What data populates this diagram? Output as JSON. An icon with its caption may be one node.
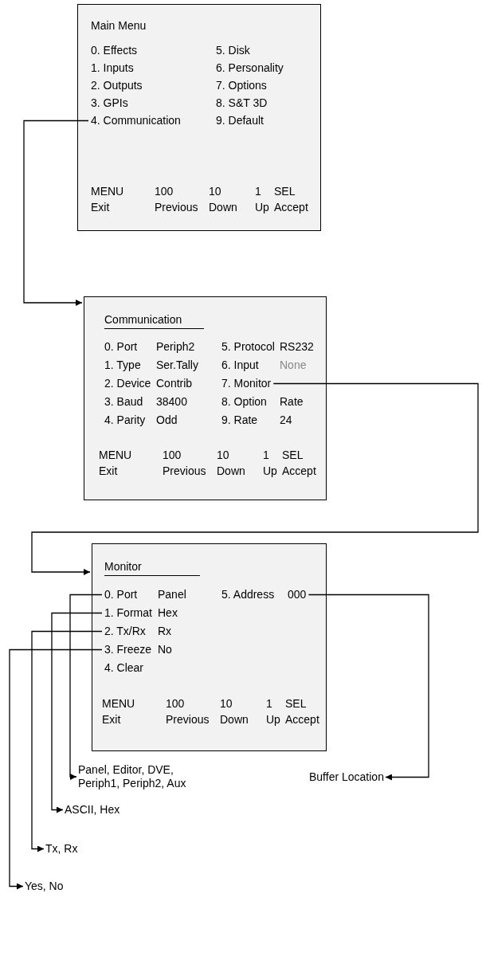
{
  "diagram": {
    "nodes": [
      {
        "text": [
          "Main Menu",
          "0. Effects",
          "1. Inputs",
          "2. Outputs",
          "3. GPIs",
          "5. Disk",
          "6. Personality",
          "7. Options",
          "8. S&T 3D",
          "9. Default",
          "MENU Exit",
          "100 Previous",
          "10 Down",
          "1 Up",
          "SEL Accept"
        ]
      },
      {
        "text": [
          "4. Communication"
        ],
        "in": 0
      },
      {
        "text": [
          "Communication",
          "0. Port",
          "Periph2",
          "5. Protocol",
          "RS232",
          "1. Type",
          "Ser.Tally",
          "6. Input",
          "None",
          "2. Device",
          "Contrib",
          "3. Baud",
          "38400",
          "8. Option",
          "Rate",
          "4. Parity",
          "Odd",
          "9. Rate",
          "24",
          "MENU Exit",
          "100 Previous",
          "10 Down",
          "1 Up",
          "SEL Accept"
        ]
      },
      {
        "text": [
          "7. Monitor"
        ],
        "in": 2
      },
      {
        "text": [
          "Monitor",
          "Panel",
          "5. Address",
          "Hex",
          "Rx",
          "No",
          "4. Clear",
          "MENU Exit",
          "100 Previous",
          "10 Down",
          "1 Up",
          "SEL Accept"
        ]
      },
      {
        "text": [
          "0. Port"
        ],
        "in": 4
      },
      {
        "text": [
          "1. Format"
        ],
        "in": 4
      },
      {
        "text": [
          "2. Tx/Rx"
        ],
        "in": 4
      },
      {
        "text": [
          "3. Freeze"
        ],
        "in": 4
      },
      {
        "text": [
          "000"
        ],
        "in": 4
      },
      {
        "text": [
          "Panel, Editor, DVE, Periph1, Periph2, Aux"
        ]
      },
      {
        "text": [
          "ASCII, Hex"
        ]
      },
      {
        "text": [
          "Tx, Rx"
        ]
      },
      {
        "text": [
          "Yes, No"
        ]
      },
      {
        "text": [
          "Buffer Location"
        ]
      }
    ],
    "edges": [
      {
        "from": 1,
        "to": 2,
        "arrow": "to"
      },
      {
        "from": 3,
        "to": 4,
        "arrow": "to"
      },
      {
        "from": 5,
        "to": 10,
        "arrow": "to"
      },
      {
        "from": 6,
        "to": 11,
        "arrow": "to"
      },
      {
        "from": 7,
        "to": 12,
        "arrow": "to"
      },
      {
        "from": 8,
        "to": 13,
        "arrow": "to"
      },
      {
        "from": 9,
        "to": 14,
        "arrow": "to"
      }
    ]
  }
}
